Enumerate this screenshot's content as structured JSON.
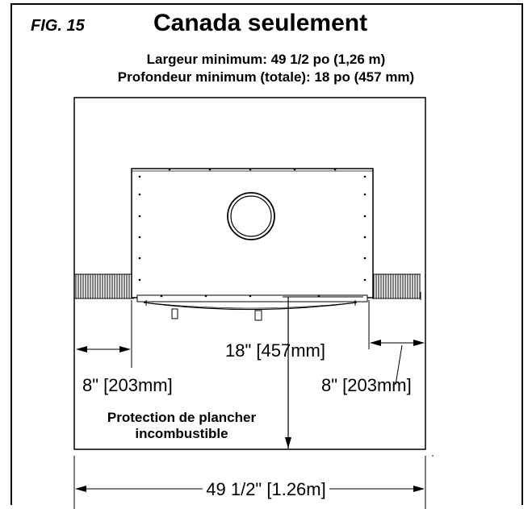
{
  "figure": {
    "fig_label": "FIG. 15",
    "title": "Canada seulement",
    "subtitle_line1": "Largeur minimum: 49 1/2 po (1,26 m)",
    "subtitle_line2": "Profondeur minimum (totale): 18 po (457 mm)"
  },
  "dimensions": {
    "depth": "18\" [457mm]",
    "left_side": "8\" [203mm]",
    "right_side": "8\" [203mm]",
    "total_width": "49 1/2\" [1.26m]"
  },
  "hearth": {
    "label_line1": "Protection de plancher",
    "label_line2": "incombustible"
  }
}
